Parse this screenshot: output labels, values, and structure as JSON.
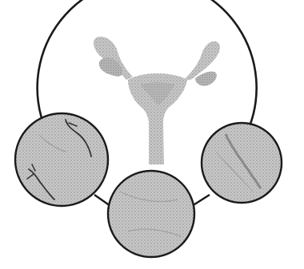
{
  "diagram": {
    "central_image": "uterus-illustration",
    "magnified_views": [
      "tissue-view-left",
      "tissue-view-bottom",
      "tissue-view-right"
    ],
    "colors": {
      "outline": "#1a1a1a",
      "fill": "#c2c2c2",
      "stipple": "#8a8a8a",
      "fiber": "#333333",
      "background": "#ffffff"
    }
  }
}
